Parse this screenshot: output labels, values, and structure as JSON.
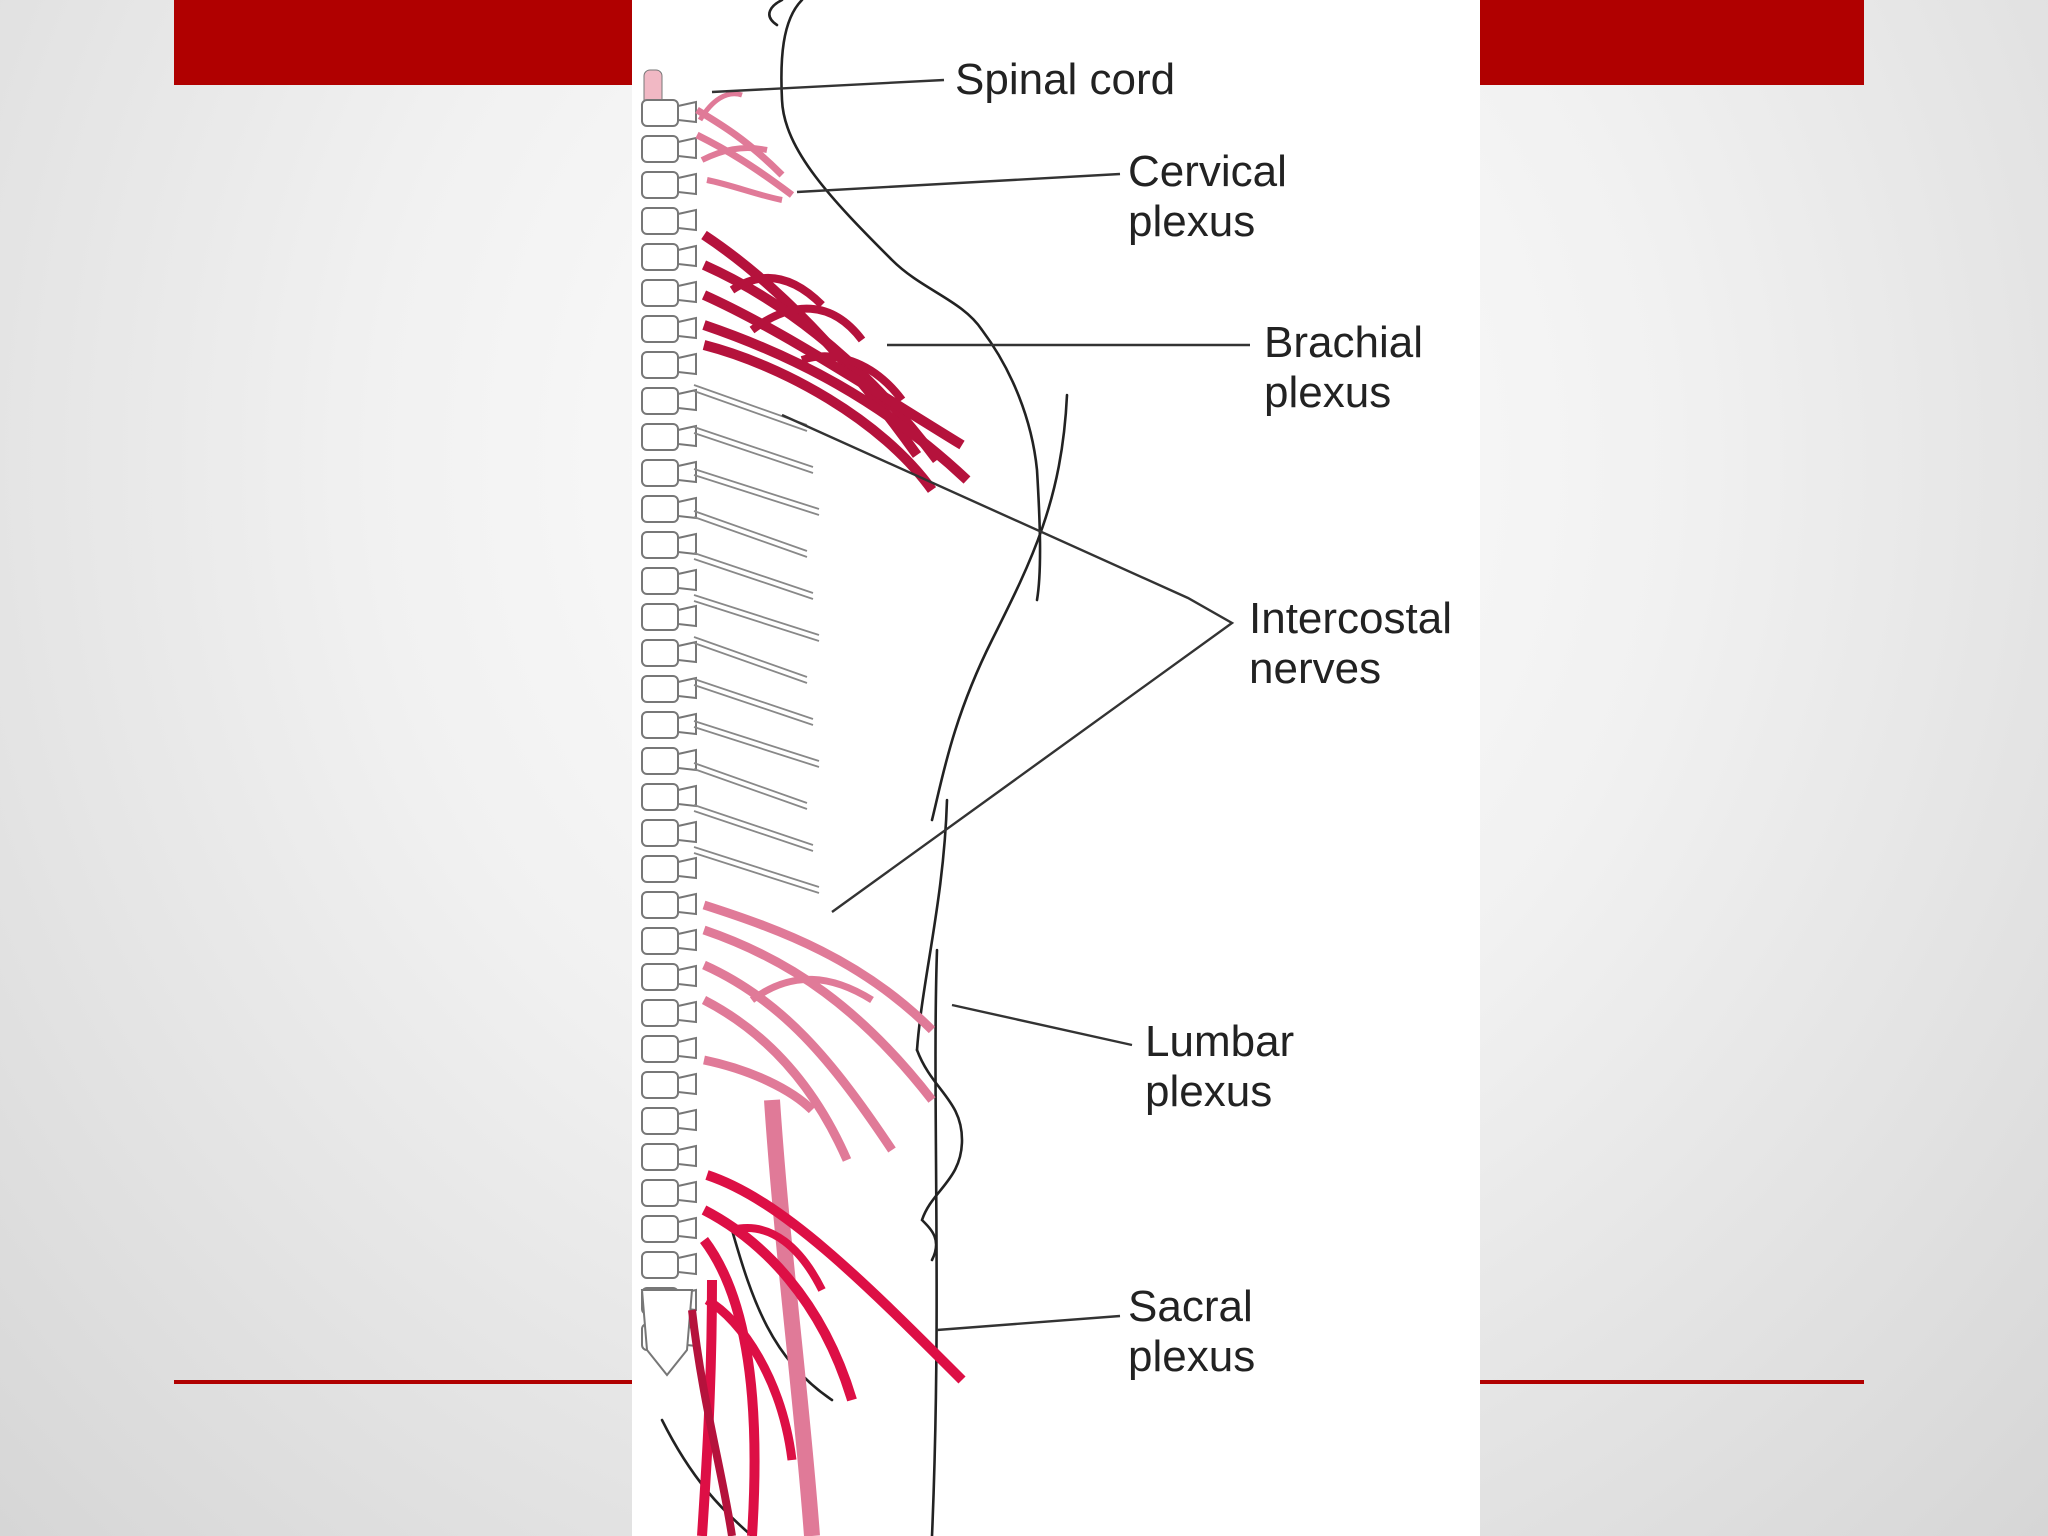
{
  "colors": {
    "accent": "#b00000",
    "nerve_dark": "#b5123c",
    "nerve_pink": "#e07a98",
    "nerve_bright": "#dd0f45",
    "panel": "#ffffff"
  },
  "labels": {
    "spinal_cord": "Spinal cord",
    "cervical_line1": "Cervical",
    "cervical_line2": "plexus",
    "brachial_line1": "Brachial",
    "brachial_line2": "plexus",
    "intercostal_line1": "Intercostal",
    "intercostal_line2": "nerves",
    "lumbar_line1": "Lumbar",
    "lumbar_line2": "plexus",
    "sacral_line1": "Sacral",
    "sacral_line2": "plexus"
  }
}
